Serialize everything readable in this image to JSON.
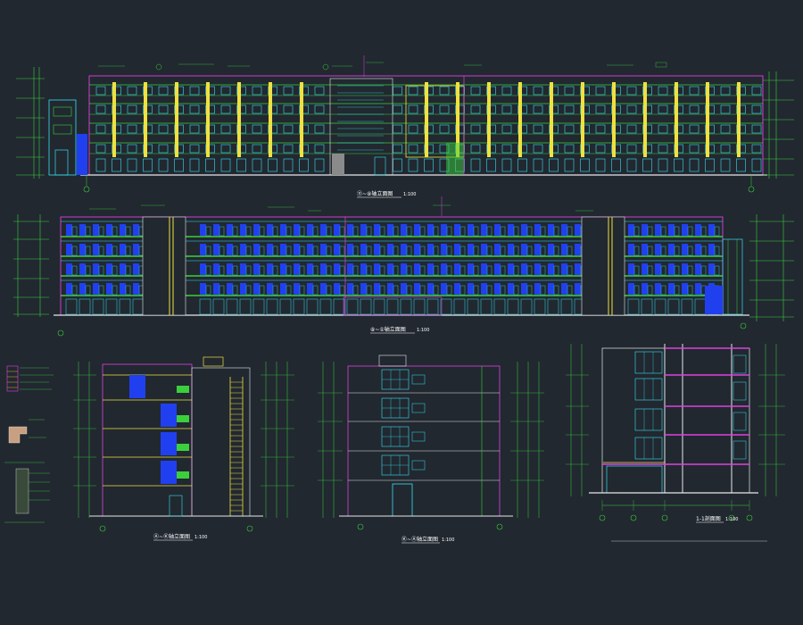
{
  "drawing": {
    "background": "#212830",
    "palette": {
      "wall_green": "#3ccf3c",
      "window_cyan": "#38e0f0",
      "column_yellow": "#f0e040",
      "outline_magenta": "#e040e0",
      "glass_blue": "#2040f0",
      "text_white": "#ffffff",
      "ground_white": "#e8e8e8"
    },
    "views": [
      {
        "id": "north",
        "title": "⑪~⑧轴立面图",
        "scale": "1:100"
      },
      {
        "id": "south",
        "title": "⑧~①轴立面图",
        "scale": "1:100"
      },
      {
        "id": "east",
        "title": "Ⓐ~Ⓚ轴立面图",
        "scale": "1:100"
      },
      {
        "id": "west",
        "title": "Ⓚ~Ⓐ轴立面图",
        "scale": "1:100"
      },
      {
        "id": "section",
        "title": "1-1剖面图",
        "scale": "1:100"
      }
    ]
  }
}
